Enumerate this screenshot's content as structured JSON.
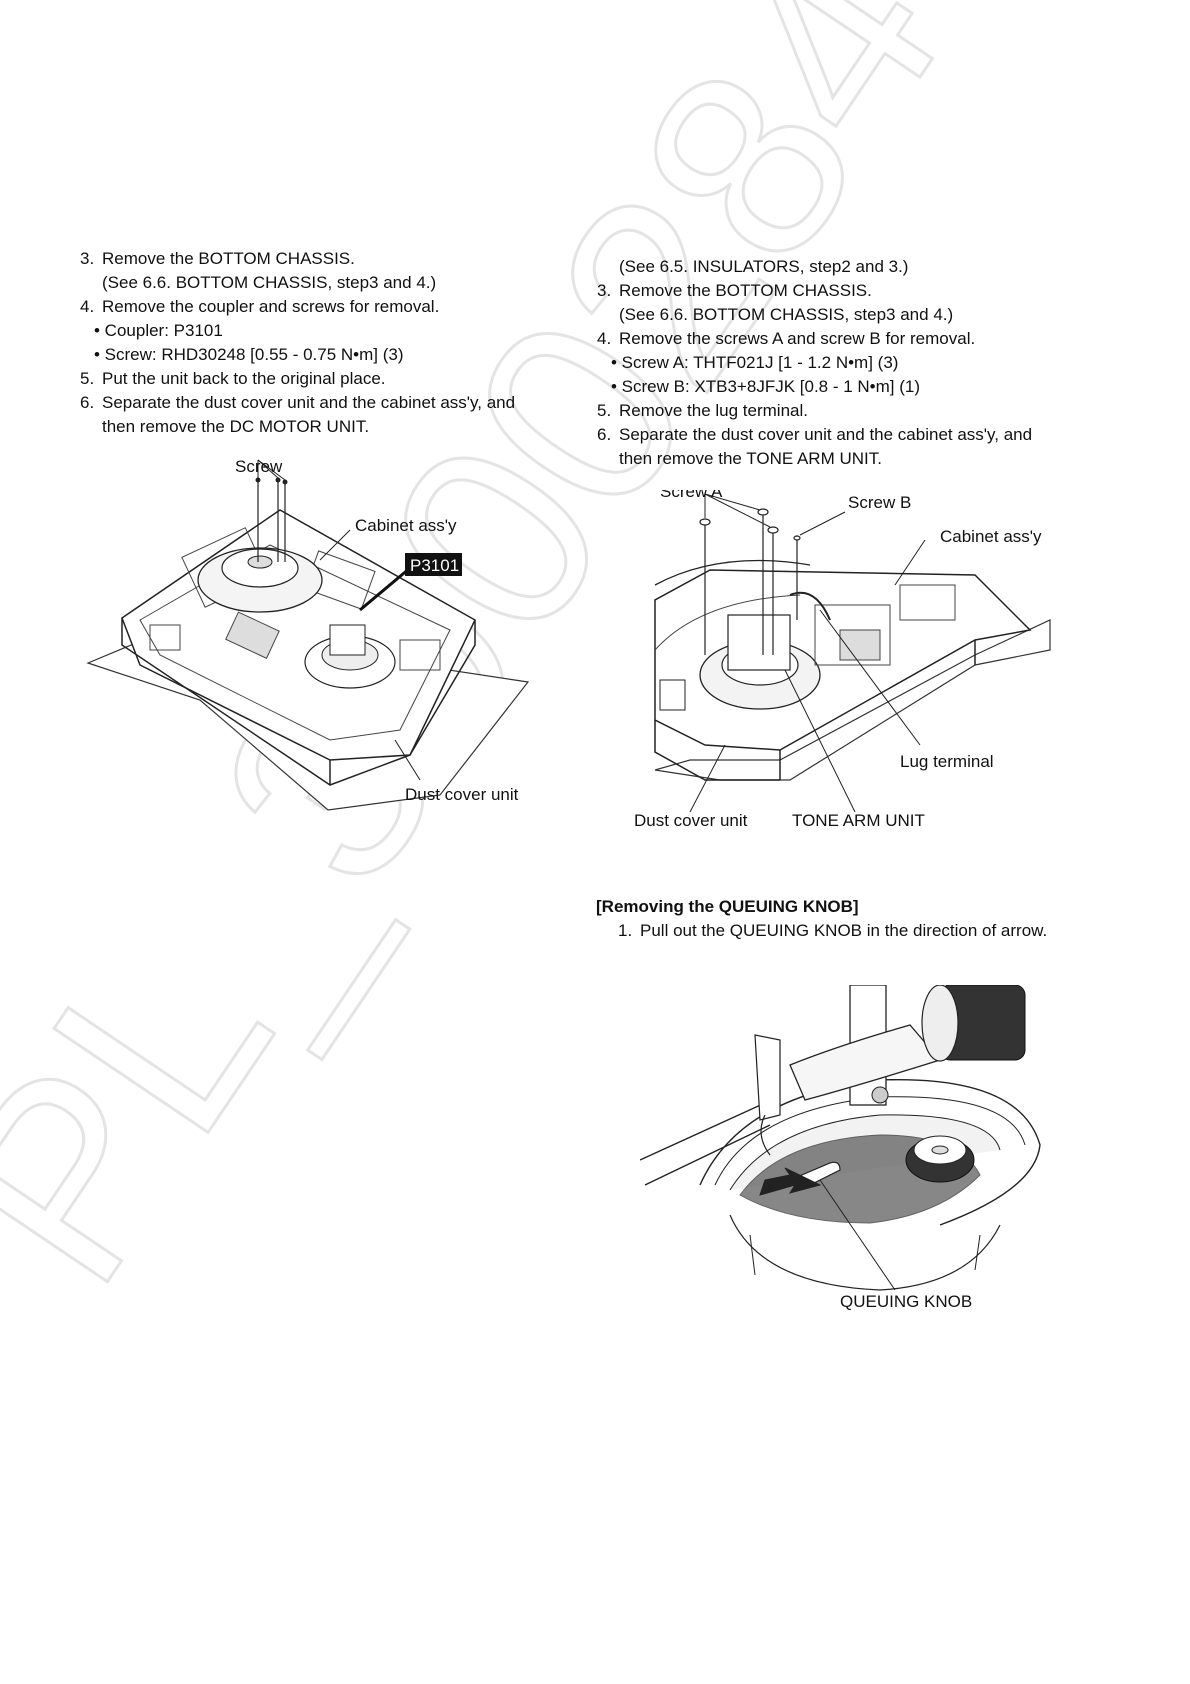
{
  "left_steps": {
    "s3": {
      "num": "3.",
      "text": "Remove the BOTTOM CHASSIS.",
      "sub": "(See 6.6. BOTTOM CHASSIS, step3 and 4.)"
    },
    "s4": {
      "num": "4.",
      "text": "Remove the coupler and screws for removal.",
      "b1": "• Coupler: P3101",
      "b2": "• Screw: RHD30248 [0.55 - 0.75 N•m] (3)"
    },
    "s5": {
      "num": "5.",
      "text": "Put the unit back to the original place."
    },
    "s6": {
      "num": "6.",
      "text": "Separate the dust cover unit and the cabinet ass'y, and",
      "text2": "then remove the DC MOTOR UNIT."
    }
  },
  "right_steps": {
    "pre": "(See 6.5. INSULATORS, step2 and 3.)",
    "s3": {
      "num": "3.",
      "text": "Remove the BOTTOM CHASSIS.",
      "sub": "(See 6.6. BOTTOM CHASSIS, step3 and 4.)"
    },
    "s4": {
      "num": "4.",
      "text": "Remove the screws A and screw B for removal.",
      "b1": "• Screw A: THTF021J [1 - 1.2 N•m] (3)",
      "b2": "• Screw B: XTB3+8JFJK [0.8 - 1 N•m] (1)"
    },
    "s5": {
      "num": "5.",
      "text": "Remove the lug terminal."
    },
    "s6": {
      "num": "6.",
      "text": "Separate the dust cover unit and the cabinet ass'y, and",
      "text2": "then remove the TONE ARM UNIT."
    }
  },
  "queuing": {
    "heading": "[Removing the QUEUING KNOB]",
    "s1": {
      "num": "1.",
      "text": "Pull out the QUEUING KNOB in the direction of arrow."
    }
  },
  "fig1": {
    "screw": "Screw",
    "cabinet": "Cabinet ass'y",
    "coupler": "P3101",
    "dust": "Dust cover unit"
  },
  "fig2": {
    "screw_a": "Screw A",
    "screw_b": "Screw B",
    "cabinet": "Cabinet ass'y",
    "lug": "Lug terminal",
    "dust": "Dust cover unit",
    "tone": "TONE ARM UNIT"
  },
  "fig3": {
    "knob": "QUEUING KNOB"
  },
  "watermark": "PL_3000284",
  "colors": {
    "text": "#111111",
    "watermark": "#e6e6e6",
    "label_bg": "#111111"
  }
}
